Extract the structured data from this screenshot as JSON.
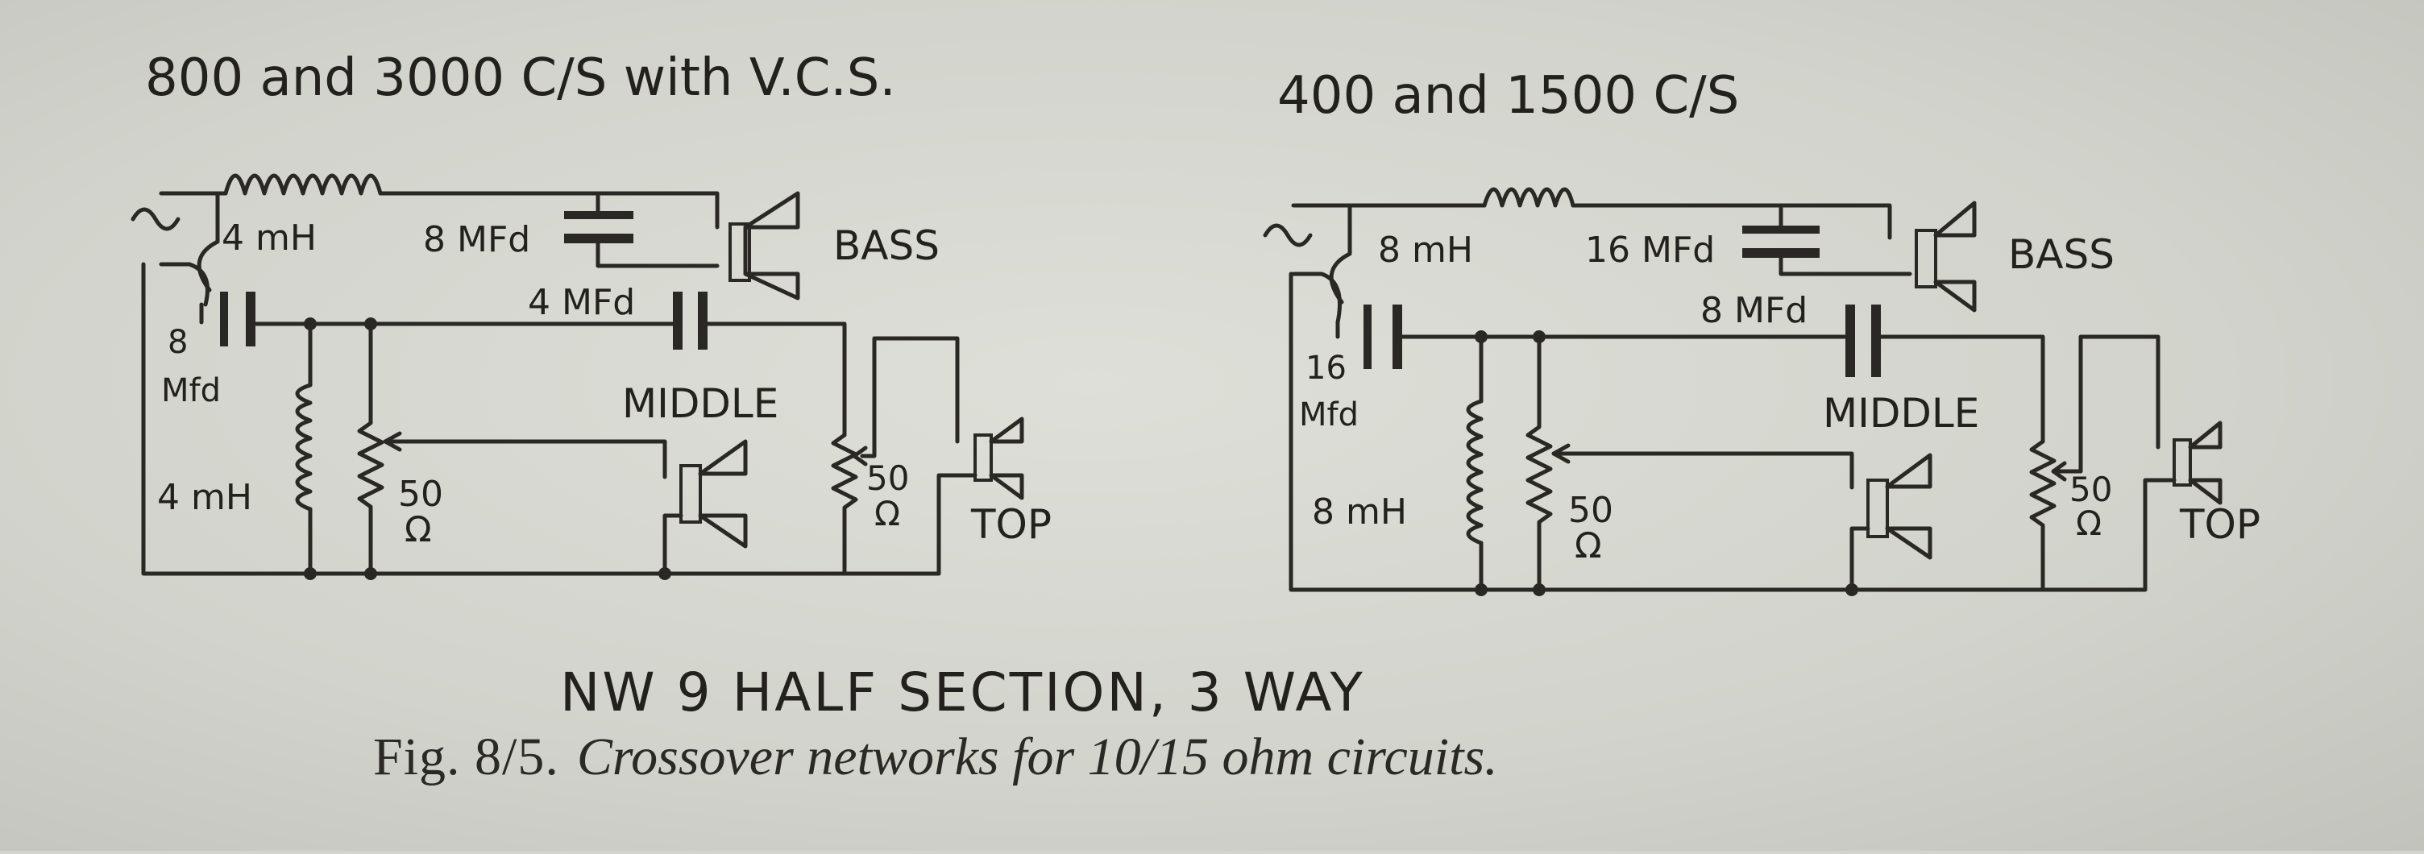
{
  "left_circuit": {
    "title": "800 and 3000 C/S with V.C.S.",
    "inductor_series": "4 mH",
    "cap_series": "8 MFd",
    "cap_mid": "4 MFd",
    "cap_shunt_value": "8",
    "cap_shunt_unit": "Mfd",
    "inductor_shunt": "4 mH",
    "pot_value": "50",
    "pot_unit": "Ω",
    "pot_top_value": "50",
    "pot_top_unit": "Ω",
    "bass_label": "BASS",
    "middle_label": "MIDDLE",
    "top_label": "TOP"
  },
  "right_circuit": {
    "title": "400 and 1500 C/S",
    "inductor_series": "8 mH",
    "cap_series": "16 MFd",
    "cap_mid": "8 MFd",
    "cap_shunt_value": "16",
    "cap_shunt_unit": "Mfd",
    "inductor_shunt": "8 mH",
    "pot_value": "50",
    "pot_unit": "Ω",
    "pot_top_value": "50",
    "pot_top_unit": "Ω",
    "bass_label": "BASS",
    "middle_label": "MIDDLE",
    "top_label": "TOP"
  },
  "subtitle": "NW 9 HALF SECTION, 3 WAY",
  "caption": {
    "figure": "Fig. 8/5.",
    "text": "Crossover networks for 10/15 ohm circuits."
  },
  "colors": {
    "paper": "#d3d4cd",
    "ink": "#262420"
  },
  "icons": [
    "ac-source-icon",
    "inductor-icon",
    "capacitor-icon",
    "potentiometer-icon",
    "loudspeaker-icon"
  ]
}
